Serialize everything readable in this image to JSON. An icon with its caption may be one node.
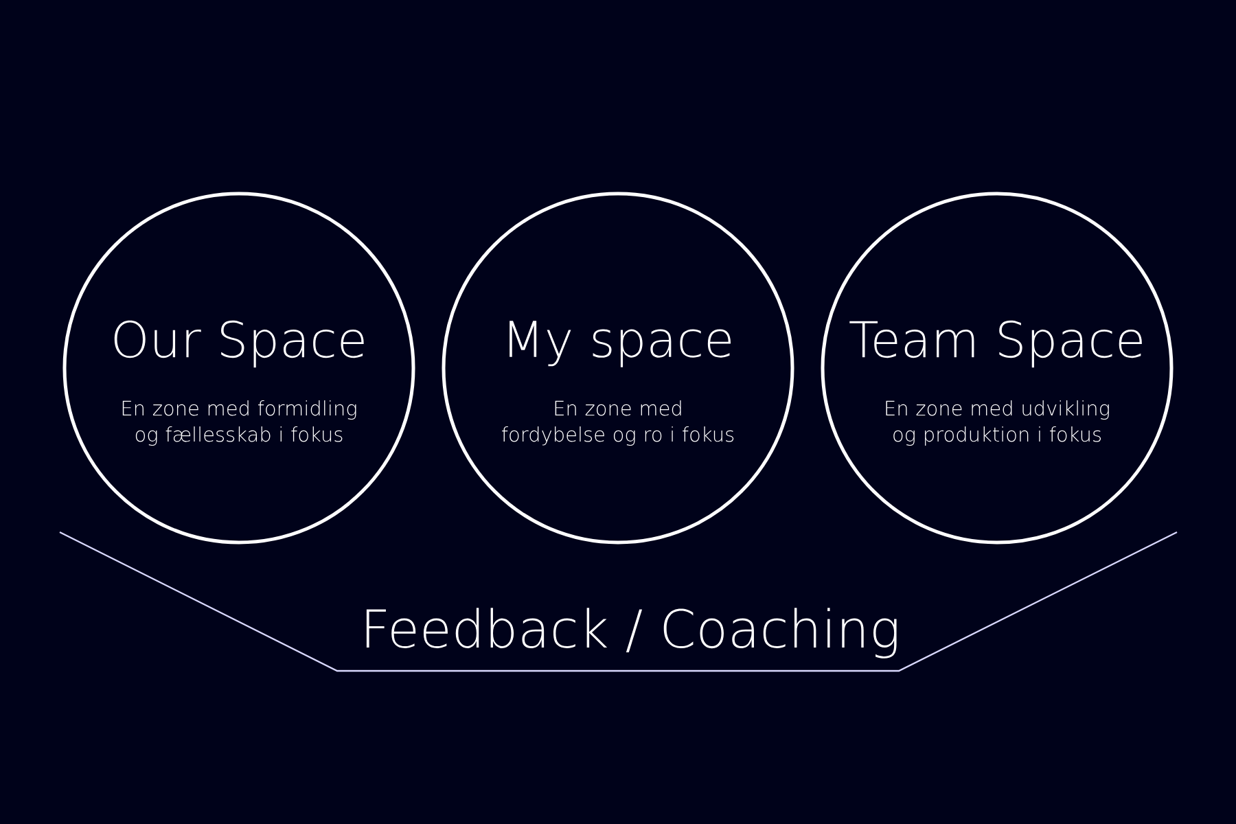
{
  "diagram": {
    "nodes": [
      {
        "text": [
          "Our Space",
          "En zone med formidling og fællesskab i fokus"
        ]
      },
      {
        "text": [
          "My space",
          "En zone med fordybelse og ro i fokus"
        ]
      },
      {
        "text": [
          "Team Space",
          "En zone med udvikling og produktion i fokus"
        ]
      }
    ],
    "labels": [
      "Feedback / Coaching"
    ]
  }
}
